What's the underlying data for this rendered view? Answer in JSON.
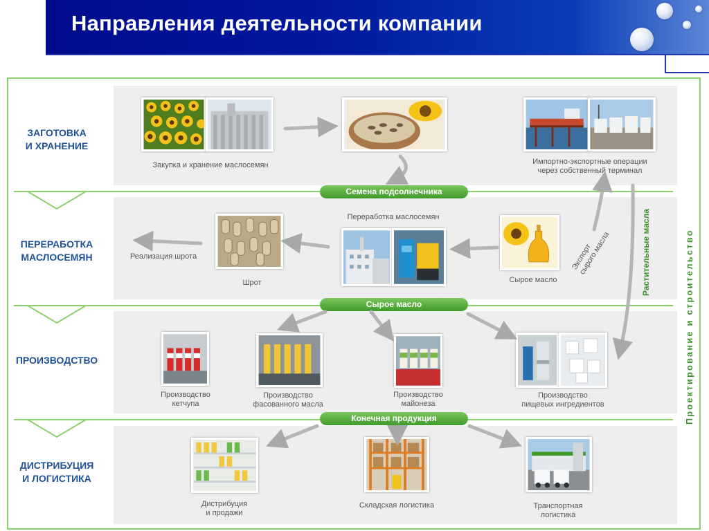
{
  "slide": {
    "title": "Направления деятельности компании"
  },
  "stages": {
    "procurement": "ЗАГОТОВКА\nИ ХРАНЕНИЕ",
    "processing": "ПЕРЕРАБОТКА\nМАСЛОСЕМЯН",
    "production": "ПРОИЗВОДСТВО",
    "distribution": "ДИСТРИБУЦИЯ\nИ ЛОГИСТИКА"
  },
  "pills": {
    "sunflower_seeds": "Семена подсолнечника",
    "raw_oil": "Сырое масло",
    "final_products": "Конечная продукция"
  },
  "captions": {
    "seed_purchase": "Закупка и хранение маслосемян",
    "import_export": "Импортно-экспортные операции\nчерез собственный терминал",
    "meal_sale": "Реализация шрота",
    "seed_processing": "Переработка маслосемян",
    "meal": "Шрот",
    "raw_oil": "Сырое масло",
    "raw_oil_export": "Экспорт\nсырого масла",
    "ketchup": "Производство\nкетчупа",
    "bottled_oil": "Производство\nфасованного масла",
    "mayonnaise": "Производство\nмайонеза",
    "food_ingredients": "Производство\nпищевых ингредиентов",
    "distribution_sales": "Дистрибуция\nи продажи",
    "warehouse_logistics": "Складская логистика",
    "transport_logistics": "Транспортная\nлогистика"
  },
  "side_labels": {
    "vegetable_oils": "Растительные масла",
    "design_construction": "Проектирование и строительство"
  },
  "colors": {
    "header_blue": "#001a9e",
    "stage_blue": "#1f5296",
    "accent_green": "#3f9a2a",
    "frame_green": "#8ccf6e",
    "band_gray": "#eeeeee"
  }
}
